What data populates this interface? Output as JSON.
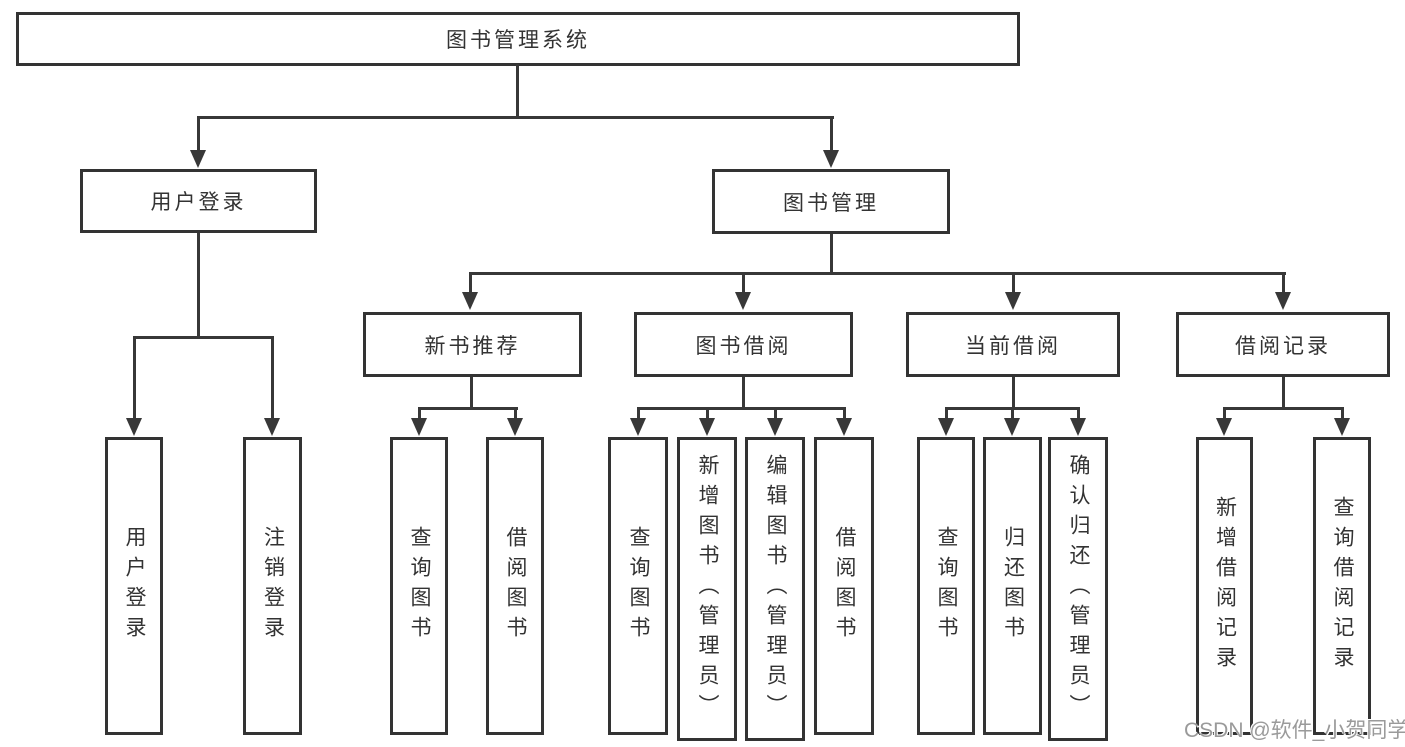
{
  "diagram": {
    "root": "图书管理系统",
    "user_login": {
      "label": "用户登录",
      "children": [
        "用户登录",
        "注销登录"
      ]
    },
    "book_mgmt": {
      "label": "图书管理",
      "modules": [
        {
          "label": "新书推荐",
          "children": [
            "查询图书",
            "借阅图书"
          ]
        },
        {
          "label": "图书借阅",
          "children": [
            "查询图书",
            "新增图书（管理员）",
            "编辑图书（管理员）",
            "借阅图书"
          ]
        },
        {
          "label": "当前借阅",
          "children": [
            "查询图书",
            "归还图书",
            "确认归还（管理员）"
          ]
        },
        {
          "label": "借阅记录",
          "children": [
            "新增借阅记录",
            "查询借阅记录"
          ]
        }
      ]
    }
  },
  "colors": {
    "line": "#383838",
    "border": "#333333",
    "text": "#333333",
    "watermark": "#9a9a9a"
  },
  "watermark": "CSDN @软件_小贺同学"
}
